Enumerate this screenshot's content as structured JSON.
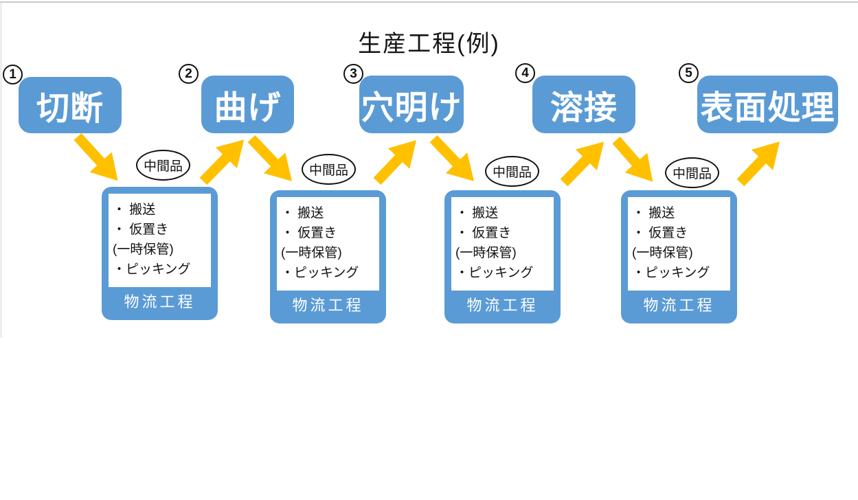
{
  "page": {
    "title": "生産工程(例)"
  },
  "colors": {
    "process_blue": "#5B9BD5",
    "arrow_gold": "#FFC000",
    "border_gray": "#C9C9C9"
  },
  "steps": [
    {
      "number": "1",
      "label": "切断"
    },
    {
      "number": "2",
      "label": "曲げ"
    },
    {
      "number": "3",
      "label": "穴明け"
    },
    {
      "number": "4",
      "label": "溶接"
    },
    {
      "number": "5",
      "label": "表面処理"
    }
  ],
  "logistics": {
    "label": "物流工程",
    "items": [
      "・ 搬送",
      "・ 仮置き",
      "(一時保管)",
      "・ピッキング"
    ]
  },
  "intermediate": {
    "label": "中間品"
  },
  "flow": {
    "sequence": [
      "切断",
      "物流工程",
      "曲げ",
      "物流工程",
      "穴明け",
      "物流工程",
      "溶接",
      "物流工程",
      "表面処理"
    ]
  }
}
